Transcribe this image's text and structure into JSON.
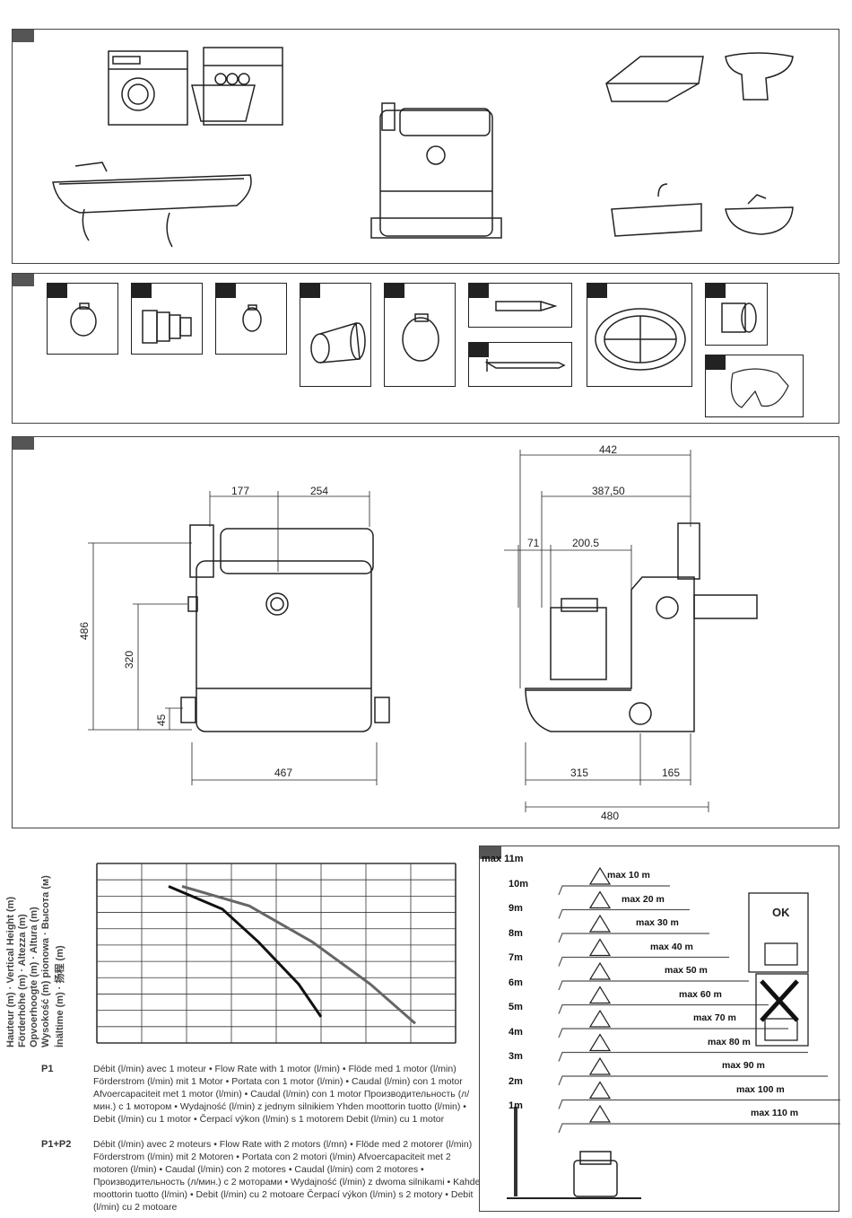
{
  "dimensions": {
    "front_width": "467",
    "front_top_left": "177",
    "front_top_right": "254",
    "height_total": "486",
    "height_inlet": "320",
    "height_outlet": "45",
    "side_total_top": "442",
    "side_387": "387,50",
    "side_71": "71",
    "side_200": "200.5",
    "side_315": "315",
    "side_165": "165",
    "side_480": "480"
  },
  "chart": {
    "ylabel_lines": [
      "Hauteur (m) · Vertical Height (m)",
      "Förderhöhe (m) · Altezza (m)",
      "Opvoerhoogte (m) · Altura (m)",
      "Wysokość (m) pionowa · Высота (м)",
      "İnältime (m) · 扬程 (m)"
    ]
  },
  "chart_data": {
    "type": "line",
    "title": "",
    "xlabel": "",
    "ylabel": "Hauteur (m) · Vertical Height (m)",
    "series": [
      {
        "name": "P1",
        "points": [
          [
            1.6,
            9.6
          ],
          [
            2.8,
            8.2
          ],
          [
            3.6,
            6.2
          ],
          [
            4.5,
            3.6
          ],
          [
            5.0,
            1.6
          ]
        ]
      },
      {
        "name": "P1+P2",
        "points": [
          [
            1.9,
            9.6
          ],
          [
            3.4,
            8.4
          ],
          [
            4.8,
            6.2
          ],
          [
            6.1,
            3.6
          ],
          [
            7.1,
            1.2
          ]
        ]
      }
    ]
  },
  "legend": {
    "p1_key": "P1",
    "p1_text": "Débit (l/min) avec 1 moteur • Flow Rate with 1 motor (l/min) • Flöde med 1 motor (l/min) Förderstrom (l/min) mit 1 Motor • Portata con 1 motor (l/min) • Caudal (l/min) con 1 motor Afvoercapaciteit met 1 motor (l/min) • Caudal (l/min) con 1 motor Производительность (л/мин.) с 1 мотором • Wydajność (l/min) z jednym silnikiem Yhden moottorin tuotto (l/min) • Debit (l/min) cu 1 motor • Čerpací výkon (l/min) s 1 motorem Debit (l/min) cu 1 motor",
    "p12_key": "P1+P2",
    "p12_text": "Débit (l/min) avec 2 moteurs • Flow Rate with 2 motors (l/mn) • Flöde med 2 motorer (l/min) Förderstrom (l/min) mit 2 Motoren • Portata con 2 motori (l/min) Afvoercapaciteit met 2 motoren (l/min) • Caudal (l/min) con 2 motores • Caudal (l/min) com 2 motores • Производительность (л/мин.) с 2 моторами • Wydajność (l/min) z dwoma silnikami • Kahden moottorin tuotto (l/min) • Debit (l/min) cu 2 motoare Čerpací výkon (l/min) s 2 motory • Debit (l/min) cu 2 motoare"
  },
  "install": {
    "heights": [
      "max 11m",
      "10m",
      "9m",
      "8m",
      "7m",
      "6m",
      "5m",
      "4m",
      "3m",
      "2m",
      "1m"
    ],
    "max_lengths": [
      "max 10 m",
      "max 20 m",
      "max 30 m",
      "max 40 m",
      "max 50 m",
      "max 60 m",
      "max 70 m",
      "max 80 m",
      "max 90 m",
      "max 100 m",
      "max 110 m"
    ],
    "ok_label": "OK"
  }
}
